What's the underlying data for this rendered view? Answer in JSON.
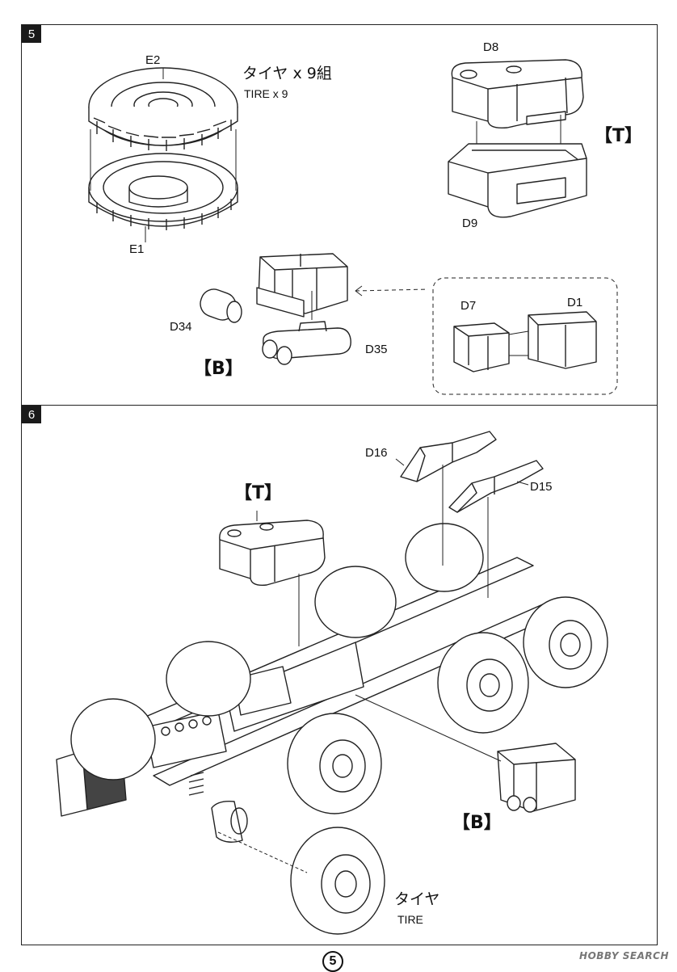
{
  "steps": {
    "step5": {
      "number": "5",
      "tire_group": {
        "title_jp": "タイヤ x 9組",
        "title_en": "TIRE x 9",
        "parts": [
          "E2",
          "E1"
        ]
      },
      "tank": {
        "tag": "【T】",
        "parts": [
          "D8",
          "D9"
        ]
      },
      "box": {
        "tag": "【B】",
        "parts": [
          "D34",
          "D35",
          "D7",
          "D1"
        ]
      }
    },
    "step6": {
      "number": "6",
      "tags": {
        "tank": "【T】",
        "box": "【B】"
      },
      "parts": [
        "D16",
        "D15"
      ],
      "tire_label_jp": "タイヤ",
      "tire_label_en": "TIRE"
    }
  },
  "page_number": "5",
  "watermark": "HOBBY SEARCH",
  "colors": {
    "ink": "#111111",
    "paper": "#ffffff",
    "badge": "#1a1a1a",
    "watermark": "#777777"
  }
}
